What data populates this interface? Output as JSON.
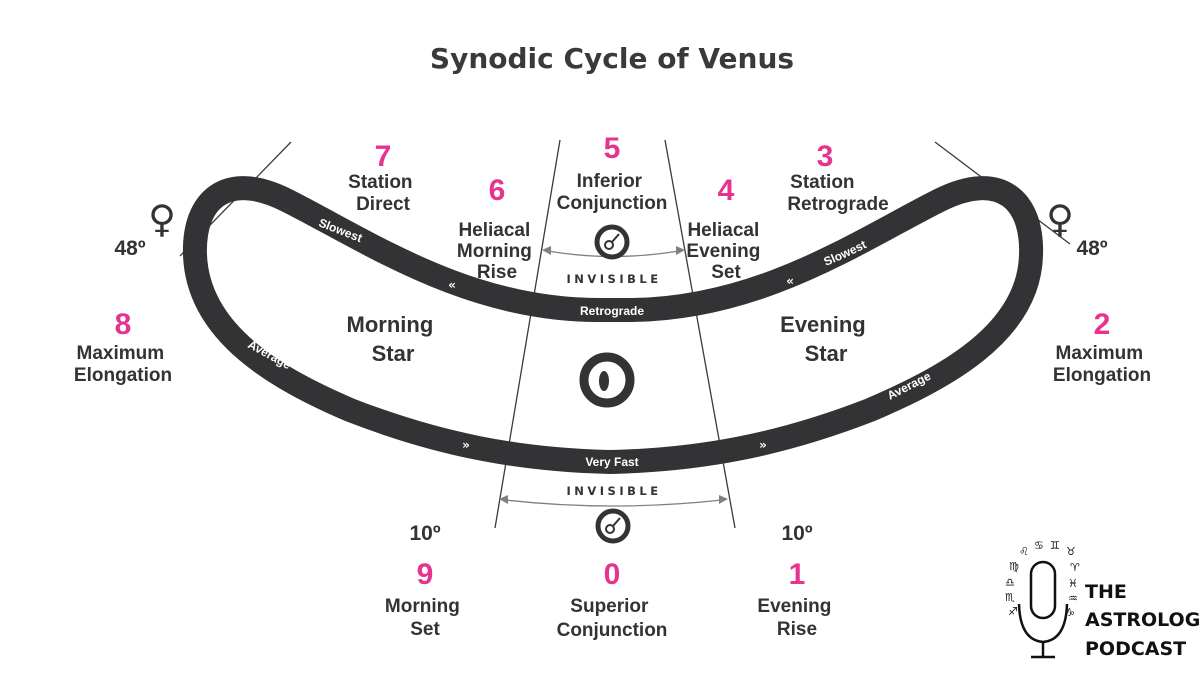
{
  "title": "Synodic Cycle of Venus",
  "colors": {
    "accent": "#e6338f",
    "band": "#333335",
    "text": "#333335"
  },
  "phases": [
    {
      "num": "0",
      "label": [
        "Superior",
        "Conjunction"
      ]
    },
    {
      "num": "1",
      "label": [
        "Evening",
        "Rise"
      ]
    },
    {
      "num": "2",
      "label": [
        "Maximum",
        "Elongation"
      ]
    },
    {
      "num": "3",
      "label": [
        "Station",
        "Retrograde"
      ]
    },
    {
      "num": "4",
      "label": [
        "Heliacal",
        "Evening",
        "Set"
      ]
    },
    {
      "num": "5",
      "label": [
        "Inferior",
        "Conjunction"
      ]
    },
    {
      "num": "6",
      "label": [
        "Heliacal",
        "Morning",
        "Rise"
      ]
    },
    {
      "num": "7",
      "label": [
        "Station",
        "Direct"
      ]
    },
    {
      "num": "8",
      "label": [
        "Maximum",
        "Elongation"
      ]
    },
    {
      "num": "9",
      "label": [
        "Morning",
        "Set"
      ]
    }
  ],
  "degrees": {
    "left_elongation": "48º",
    "right_elongation": "48º",
    "left_set": "10º",
    "right_rise": "10º"
  },
  "regions": {
    "morning": [
      "Morning",
      "Star"
    ],
    "evening": [
      "Evening",
      "Star"
    ]
  },
  "band_labels": {
    "retrograde": "Retrograde",
    "very_fast": "Very Fast",
    "slowest_left": "Slowest",
    "slowest_right": "Slowest",
    "average_left": "Average",
    "average_right": "Average"
  },
  "invisible_top": "INVISIBLE",
  "invisible_bottom": "INVISIBLE",
  "symbols": {
    "venus": "♀",
    "motion_arrows": "»",
    "motion_arrows_back": "«"
  },
  "icons": [
    "venus-symbol-icon",
    "sun-icon",
    "earth-icon",
    "microphone-icon",
    "zodiac-glyphs-icon"
  ],
  "logo": {
    "line1": "THE",
    "line2": "ASTROLOGY",
    "line3": "PODCAST",
    "zodiac": [
      "♌",
      "♋",
      "♊",
      "♉",
      "♍",
      "♈",
      "♎",
      "♓",
      "♏",
      "♒",
      "♐",
      "♑"
    ]
  }
}
